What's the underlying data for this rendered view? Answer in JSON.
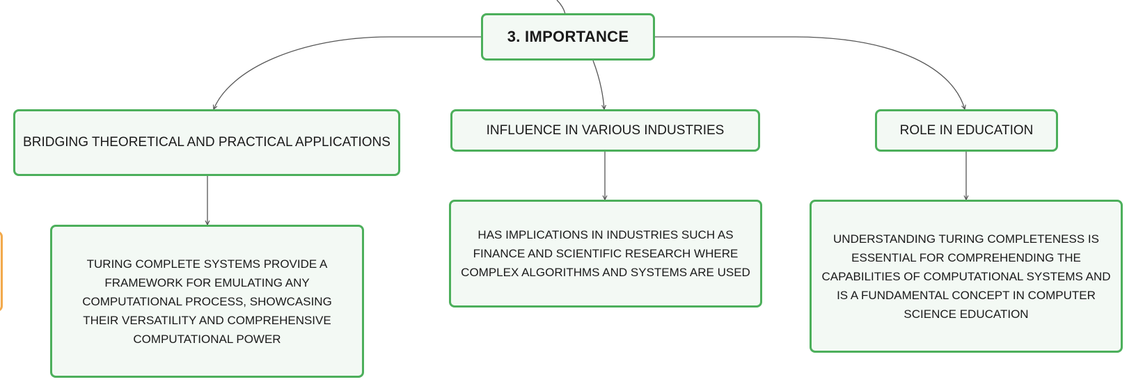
{
  "diagram": {
    "root": {
      "label": "3. IMPORTANCE"
    },
    "branches": [
      {
        "label": "BRIDGING THEORETICAL AND PRACTICAL APPLICATIONS",
        "detail": "TURING COMPLETE SYSTEMS PROVIDE A FRAMEWORK FOR EMULATING ANY COMPUTATIONAL PROCESS, SHOWCASING THEIR VERSATILITY AND COMPREHENSIVE COMPUTATIONAL POWER"
      },
      {
        "label": "INFLUENCE IN VARIOUS INDUSTRIES",
        "detail": "HAS IMPLICATIONS IN INDUSTRIES SUCH AS FINANCE AND SCIENTIFIC RESEARCH WHERE COMPLEX ALGORITHMS AND SYSTEMS ARE USED"
      },
      {
        "label": "ROLE IN EDUCATION",
        "detail": "UNDERSTANDING TURING COMPLETENESS IS ESSENTIAL FOR COMPREHENDING THE CAPABILITIES OF COMPUTATIONAL SYSTEMS AND IS A FUNDAMENTAL CONCEPT IN COMPUTER SCIENCE EDUCATION"
      }
    ],
    "colors": {
      "node_border": "#4caf5b",
      "node_fill": "#f3f9f4",
      "connector": "#555555",
      "side_tab_border": "#f2a94b"
    }
  }
}
